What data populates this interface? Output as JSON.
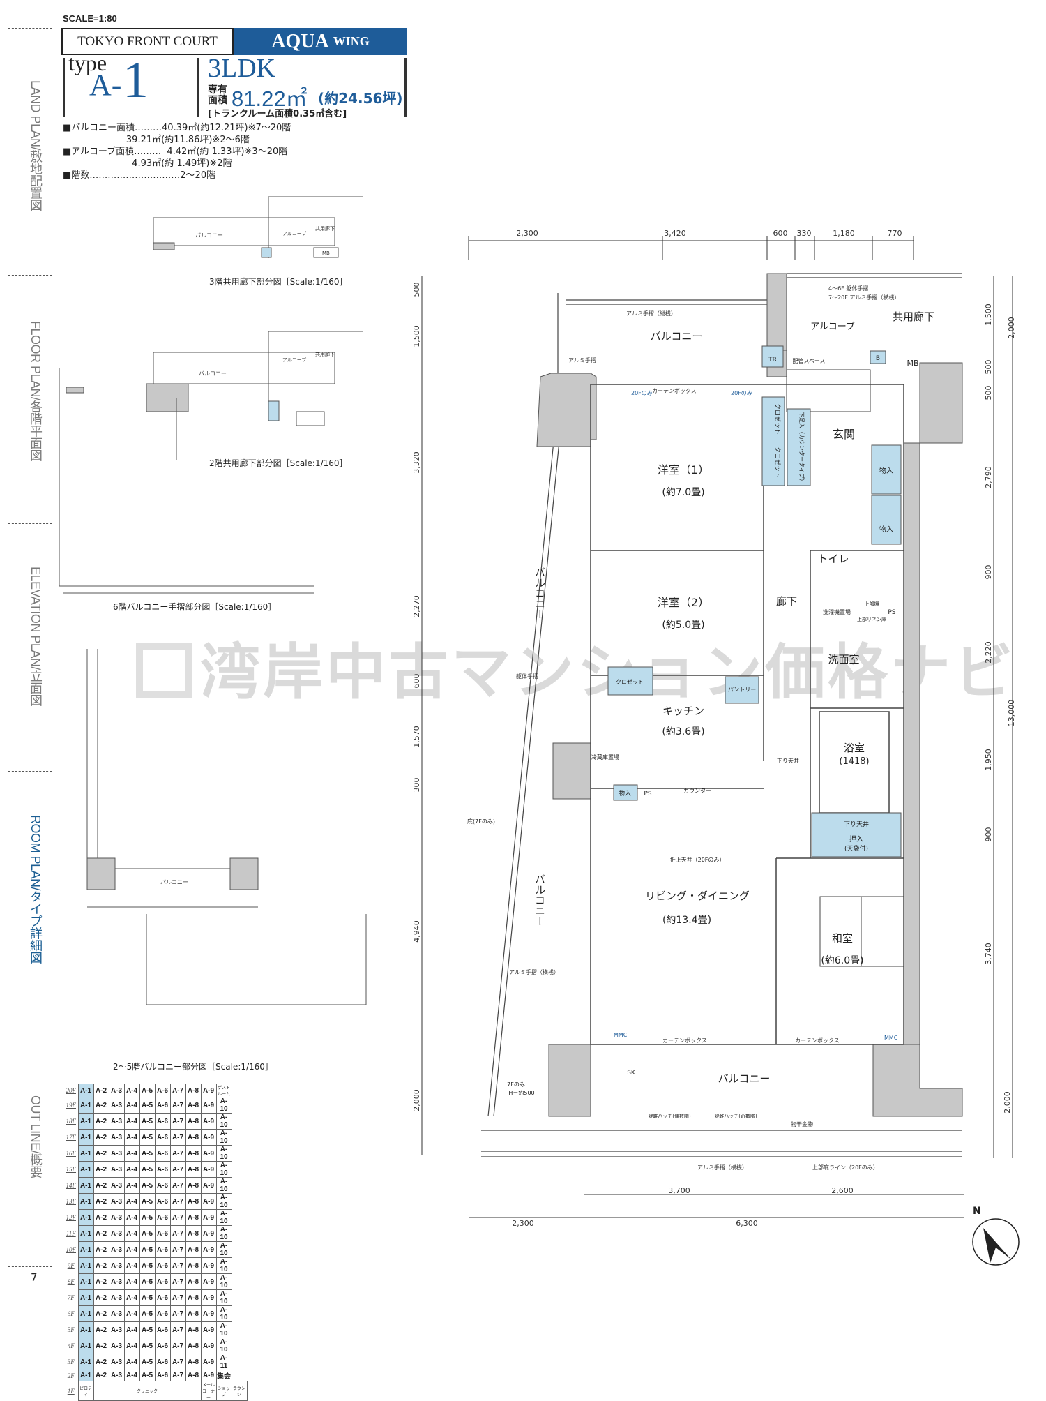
{
  "nav": {
    "items": [
      {
        "label": "LAND PLAN/敷地配置図"
      },
      {
        "label": "FLOOR PLAN/各階平面図"
      },
      {
        "label": "ELEVATION PLAN/立面図"
      },
      {
        "label": "ROOM PLAN/タイプ詳細図",
        "active": true
      },
      {
        "label": "OUT LINE/概要"
      }
    ],
    "page_number": "7"
  },
  "header": {
    "scale": "SCALE=1:80",
    "building": "TOKYO FRONT COURT",
    "wing_main": "AQUA",
    "wing_sub": "WING",
    "type_word": "type",
    "type_prefix": "A-",
    "type_number": "1",
    "layout": "3LDK",
    "area_label_1": "専有",
    "area_label_2": "面積",
    "area_value": "81.22㎡",
    "area_tsubo": "(約24.56坪)",
    "trunk_note": "[トランクルーム面積0.35㎡含む]"
  },
  "specs": [
    "■バルコニー面積………40.39㎡(約12.21坪)※7〜20階",
    "                      39.21㎡(約11.86坪)※2〜6階",
    "■アルコーブ面積………  4.42㎡(約 1.33坪)※3〜20階",
    "                        4.93㎡(約 1.49坪)※2階",
    "■階数…………………………2〜20階"
  ],
  "insets": {
    "c3": "3階共用廊下部分図［Scale:1/160］",
    "c2": "2階共用廊下部分図［Scale:1/160］",
    "c6": "6階バルコニー手摺部分図［Scale:1/160］",
    "c25": "2〜5階バルコニー部分図［Scale:1/160］",
    "balcony": "バルコニー",
    "alcove": "アルコーブ",
    "corridor": "共用廊下",
    "mb": "MB"
  },
  "unit_table": {
    "rows": [
      {
        "floor": "20F",
        "cells": [
          "A-1",
          "A-2",
          "A-3",
          "A-4",
          "A-5",
          "A-6",
          "A-7",
          "A-8",
          "A-9",
          "ゲストルーム"
        ]
      },
      {
        "floor": "19F",
        "cells": [
          "A-1",
          "A-2",
          "A-3",
          "A-4",
          "A-5",
          "A-6",
          "A-7",
          "A-8",
          "A-9",
          "A-10"
        ]
      },
      {
        "floor": "18F",
        "cells": [
          "A-1",
          "A-2",
          "A-3",
          "A-4",
          "A-5",
          "A-6",
          "A-7",
          "A-8",
          "A-9",
          "A-10"
        ]
      },
      {
        "floor": "17F",
        "cells": [
          "A-1",
          "A-2",
          "A-3",
          "A-4",
          "A-5",
          "A-6",
          "A-7",
          "A-8",
          "A-9",
          "A-10"
        ]
      },
      {
        "floor": "16F",
        "cells": [
          "A-1",
          "A-2",
          "A-3",
          "A-4",
          "A-5",
          "A-6",
          "A-7",
          "A-8",
          "A-9",
          "A-10"
        ]
      },
      {
        "floor": "15F",
        "cells": [
          "A-1",
          "A-2",
          "A-3",
          "A-4",
          "A-5",
          "A-6",
          "A-7",
          "A-8",
          "A-9",
          "A-10"
        ]
      },
      {
        "floor": "14F",
        "cells": [
          "A-1",
          "A-2",
          "A-3",
          "A-4",
          "A-5",
          "A-6",
          "A-7",
          "A-8",
          "A-9",
          "A-10"
        ]
      },
      {
        "floor": "13F",
        "cells": [
          "A-1",
          "A-2",
          "A-3",
          "A-4",
          "A-5",
          "A-6",
          "A-7",
          "A-8",
          "A-9",
          "A-10"
        ]
      },
      {
        "floor": "12F",
        "cells": [
          "A-1",
          "A-2",
          "A-3",
          "A-4",
          "A-5",
          "A-6",
          "A-7",
          "A-8",
          "A-9",
          "A-10"
        ]
      },
      {
        "floor": "11F",
        "cells": [
          "A-1",
          "A-2",
          "A-3",
          "A-4",
          "A-5",
          "A-6",
          "A-7",
          "A-8",
          "A-9",
          "A-10"
        ]
      },
      {
        "floor": "10F",
        "cells": [
          "A-1",
          "A-2",
          "A-3",
          "A-4",
          "A-5",
          "A-6",
          "A-7",
          "A-8",
          "A-9",
          "A-10"
        ]
      },
      {
        "floor": "9F",
        "cells": [
          "A-1",
          "A-2",
          "A-3",
          "A-4",
          "A-5",
          "A-6",
          "A-7",
          "A-8",
          "A-9",
          "A-10"
        ]
      },
      {
        "floor": "8F",
        "cells": [
          "A-1",
          "A-2",
          "A-3",
          "A-4",
          "A-5",
          "A-6",
          "A-7",
          "A-8",
          "A-9",
          "A-10"
        ]
      },
      {
        "floor": "7F",
        "cells": [
          "A-1",
          "A-2",
          "A-3",
          "A-4",
          "A-5",
          "A-6",
          "A-7",
          "A-8",
          "A-9",
          "A-10"
        ]
      },
      {
        "floor": "6F",
        "cells": [
          "A-1",
          "A-2",
          "A-3",
          "A-4",
          "A-5",
          "A-6",
          "A-7",
          "A-8",
          "A-9",
          "A-10"
        ]
      },
      {
        "floor": "5F",
        "cells": [
          "A-1",
          "A-2",
          "A-3",
          "A-4",
          "A-5",
          "A-6",
          "A-7",
          "A-8",
          "A-9",
          "A-10"
        ]
      },
      {
        "floor": "4F",
        "cells": [
          "A-1",
          "A-2",
          "A-3",
          "A-4",
          "A-5",
          "A-6",
          "A-7",
          "A-8",
          "A-9",
          "A-10"
        ]
      },
      {
        "floor": "3F",
        "cells": [
          "A-1",
          "A-2",
          "A-3",
          "A-4",
          "A-5",
          "A-6",
          "A-7",
          "A-8",
          "A-9",
          "A-11"
        ]
      },
      {
        "floor": "2F",
        "cells": [
          "A-1",
          "A-2",
          "A-3",
          "A-4",
          "A-5",
          "A-6",
          "A-7",
          "A-8",
          "A-9",
          "集会"
        ]
      }
    ],
    "ground": {
      "floor": "1F",
      "cells": [
        "ピロティ",
        "クリニック",
        "メールコーナー",
        "ショップ",
        "ラウンジ"
      ]
    },
    "highlight_color": "#bcdcec"
  },
  "plan": {
    "rooms": {
      "balcony_top": "バルコニー",
      "alcove": "アルコーブ",
      "corridor": "共用廊下",
      "mb": "MB",
      "b": "B",
      "tr": "TR",
      "piping": "配管スペース",
      "entrance": "玄関",
      "western1": "洋室（1）",
      "western1_size": "(約7.0畳)",
      "western2": "洋室（2）",
      "western2_size": "(約5.0畳)",
      "closet1": "クロゼット",
      "closet2": "クロゼット",
      "closet3": "クロゼット",
      "shoe": "下足入（カウンタータイプ）",
      "storage1": "物入",
      "storage2": "物入",
      "toilet": "トイレ",
      "hall": "廊下",
      "washroom": "洗面室",
      "laundry": "洗濯機置場",
      "linen": "上部リネン庫",
      "upper_shelf": "上部棚",
      "ps1": "PS",
      "kitchen": "キッチン",
      "kitchen_size": "(約3.6畳)",
      "pantry": "パントリー",
      "fridge": "冷蔵庫置場",
      "storage3": "物入",
      "ps2": "PS",
      "counter": "カウンター",
      "lowered_ceiling": "下り天井",
      "bath": "浴室",
      "bath_size": "(1418)",
      "lowered_ceiling2": "下り天井",
      "closet_jp": "押入",
      "closet_jp2": "(天袋付)",
      "living": "リビング・ダイニング",
      "living_size": "(約13.4畳)",
      "raised_ceiling": "折上天井（20Fのみ）",
      "washitsu": "和室",
      "washitsu_size": "(約6.0畳)",
      "balcony_left1": "バルコニー",
      "balcony_left2": "バルコニー",
      "balcony_bottom": "バルコニー",
      "sk": "SK",
      "hatch1": "避難ハッチ(偶数階)",
      "hatch2": "避難ハッチ(奇数階)",
      "f7": "7Fのみ",
      "h500": "H＝約500",
      "eave": "庇(7Fのみ)",
      "dryer": "物干金物"
    },
    "notes": {
      "rail_top": "アルミ手摺（縦桟）",
      "rail_small": "アルミ手摺",
      "rail_alcove1": "4〜6F 躯体手摺",
      "rail_alcove2": "7〜20F アルミ手摺（横桟）",
      "curtain_box": "カーテンボックス",
      "only20": "20Fのみ",
      "body_rail": "躯体手摺",
      "rail_left": "アルミ手摺（横桟）",
      "rail_bottom": "アルミ手摺（横桟）",
      "upper_eave": "上部庇ライン（20Fのみ）",
      "mmc": "MMC"
    },
    "dims_top": [
      "2,300",
      "3,420",
      "600",
      "330",
      "1,180",
      "770"
    ],
    "dims_bottom": [
      "3,700",
      "2,600",
      "2,300",
      "6,300"
    ],
    "dims_left": [
      "500",
      "1,500",
      "3,320",
      "2,270",
      "600",
      "1,570",
      "300",
      "4,940",
      "2,000"
    ],
    "dims_right": [
      "1,500",
      "500",
      "500",
      "2,790",
      "900",
      "2,220",
      "1,950",
      "900",
      "3,740",
      "2,000"
    ],
    "dims_right_outer": [
      "2,000",
      "13,000"
    ],
    "accent_blue": "#bcdcec",
    "wall_gray": "#c8c8c8"
  },
  "watermark": "湾岸中古マンション価格ナビ",
  "north": "N"
}
